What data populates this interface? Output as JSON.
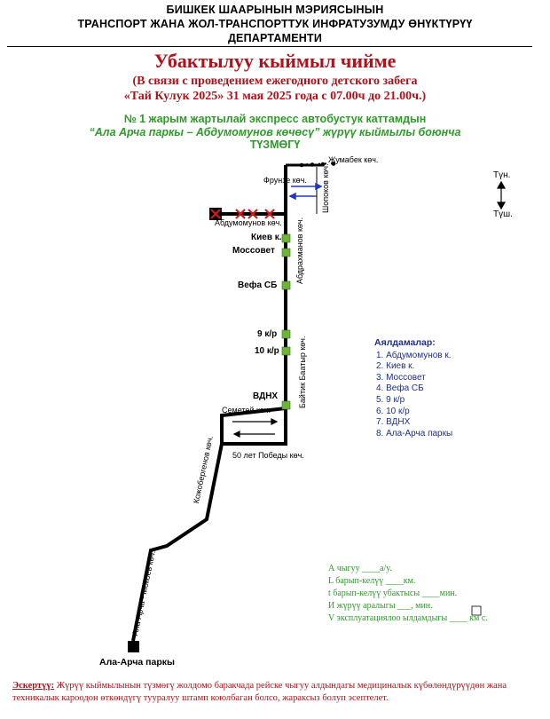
{
  "header": {
    "line1": "БИШКЕК ШААРЫНЫН  МЭРИЯСЫНЫН",
    "line2": "ТРАНСПОРТ ЖАНА ЖОЛ-ТРАНСПОРТТУК ИНФРАТУЗУМДУ ӨНҮКТҮРҮҮ",
    "line3": "ДЕПАРТАМЕНТИ"
  },
  "title": {
    "main": "Убактылуу кыймыл чийме",
    "sub1": "(В связи с проведением ежегодного детского забега",
    "sub2": "«Тай Кулук 2025» 31 мая 2025 года с 07.00ч до 21.00ч.)"
  },
  "route_title": {
    "line1": "№  1  жарым жартылай экспресс автобустук каттамдын",
    "line2": "“Ала Арча паркы – Абдумомунов көчөсү” жүрүү кыймылы боюнча",
    "line3": "ТҮЗМӨГҮ"
  },
  "compass": {
    "north": "Түн.",
    "south": "Түш."
  },
  "streets": {
    "zhumabek": "Жумабек көч.",
    "frunze": "Фрунзе көч.",
    "shopokov": "Шопоков көч.",
    "abdumomunov": "Абдумомунов көч.",
    "abdrakhmanov": "Абдрахманов көч.",
    "baytik": "Байтик Баатыр көч.",
    "semetey": "Семетей көч.",
    "pobedy": "50 лет Победы  көч.",
    "kozhobergenov": "Кожобергенов көч.",
    "mokoev": "Ала-Арча - Мокоев көч."
  },
  "stops": {
    "kiev": "Киев к.",
    "mossovet": "Моссовет",
    "vefa": "Вефа СБ",
    "kr9": "9 к/р",
    "kr10": "10 к/р",
    "vdnh": "ВДНХ",
    "ala_archa": "Ала-Арча паркы"
  },
  "legend": {
    "title": "Аялдамалар:",
    "items": [
      "1. Абдумомунов к.",
      "2. Киев к.",
      "3. Моссовет",
      "4. Вефа СБ",
      "5. 9 к/р",
      "6. 10 к/р",
      "7. ВДНХ",
      "8. Ала-Арча паркы"
    ]
  },
  "params": [
    "А чыгуу  ____а/у.",
    "L барып-келүү  ____км.",
    "t барып-келүү убактысы ____мин.",
    "И жүрүү аралыгы  ___,   мин.",
    "V эксплуатациялоо ылдамдыгы ____ км с."
  ],
  "note": {
    "label": "Эскертүү:",
    "text": " Жүрүү кыймылынын түзмөгү жолдомо баракчада рейске чыгуу алдындагы медициналык күбөлөндүрүүдөн жана техникалык кароодон өткөндүгү тууралуу штамп коюлбаган болсо, жараксыз болуп эсептелет."
  },
  "colors": {
    "red": "#b0121b",
    "green": "#2e9b2a",
    "blue": "#1f2f8a",
    "stop_green": "#6eb33a"
  }
}
